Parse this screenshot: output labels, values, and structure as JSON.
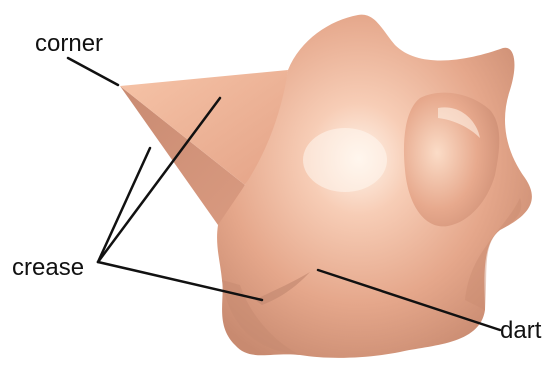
{
  "labels": {
    "corner": "corner",
    "crease": "crease",
    "dart": "dart"
  },
  "colors": {
    "surface_light": "#fde0ce",
    "surface_mid": "#e9ad92",
    "surface_dark": "#c98b72",
    "ink": "#111111"
  }
}
